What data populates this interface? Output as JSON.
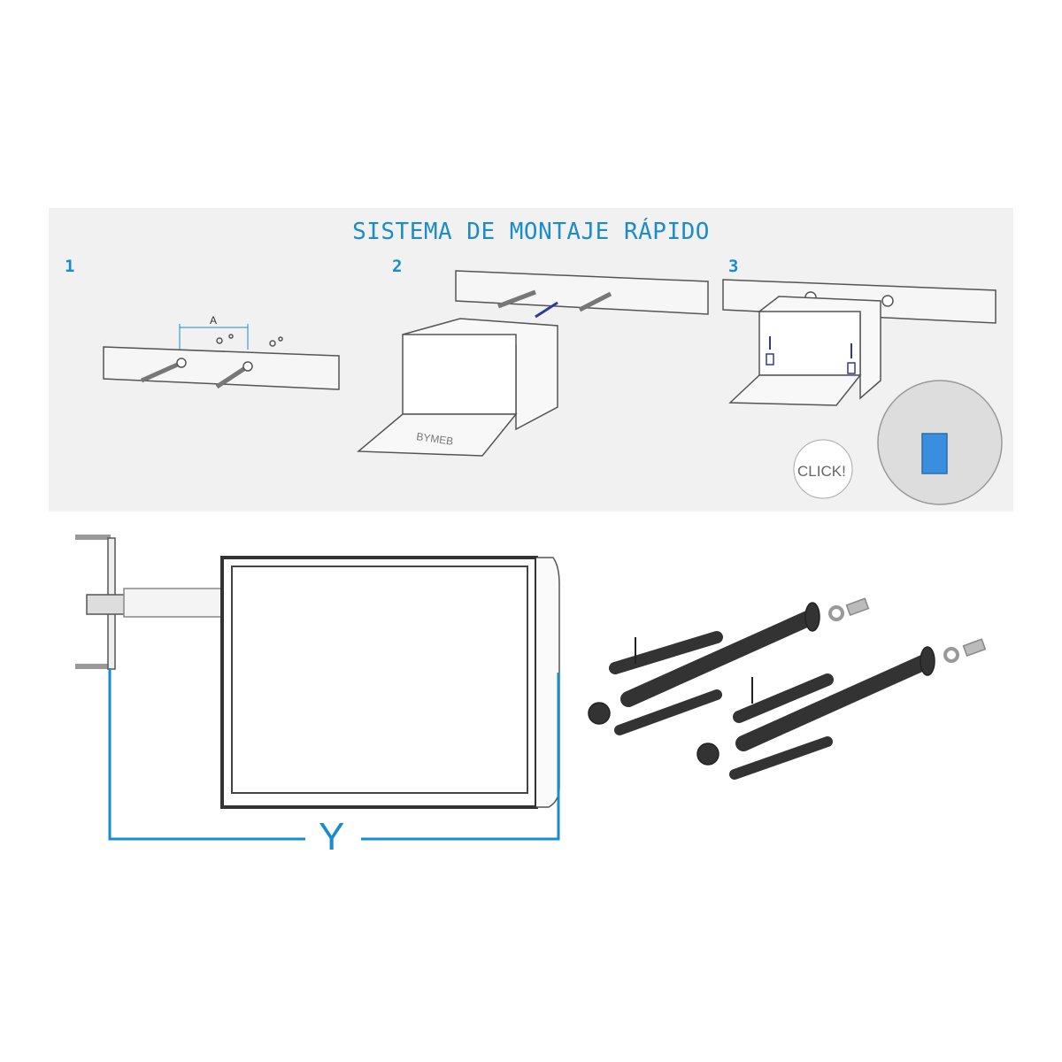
{
  "title": "SISTEMA DE MONTAJE RÁPIDO",
  "steps": [
    {
      "number": "1",
      "dimension_label": "A"
    },
    {
      "number": "2",
      "logo": "BYMEB"
    },
    {
      "number": "3",
      "callout": "CLICK!"
    }
  ],
  "dimension": {
    "label": "Y"
  },
  "colors": {
    "accent": "#1a8ccc",
    "arrow": "#2e3a9a",
    "clip": "#3a8ee0",
    "dimension_line": "#1a8ccc"
  }
}
